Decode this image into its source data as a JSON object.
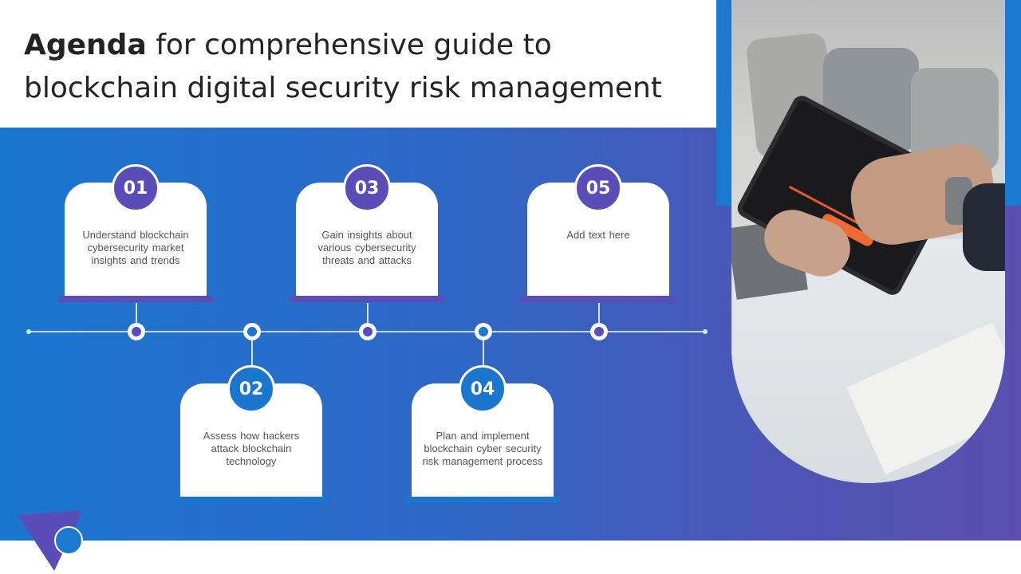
{
  "slide": {
    "title_bold": "Agenda",
    "title_rest": " for comprehensive guide to blockchain digital security risk management"
  },
  "agenda_items": [
    {
      "number": "01",
      "text": "Understand blockchain cybersecurity market insights and trends"
    },
    {
      "number": "02",
      "text": "Assess how hackers attack blockchain technology"
    },
    {
      "number": "03",
      "text": "Gain insights about various cybersecurity threats and attacks"
    },
    {
      "number": "04",
      "text": "Plan and implement blockchain cyber security risk management process"
    },
    {
      "number": "05",
      "text": "Add text here"
    }
  ],
  "colors": {
    "purple": "#5b4db8",
    "blue": "#1b76ce",
    "band_start": "#1a77cf",
    "band_end": "#5b4fb0"
  },
  "photo": {
    "icon": "tablet-stock-chart-photo"
  }
}
